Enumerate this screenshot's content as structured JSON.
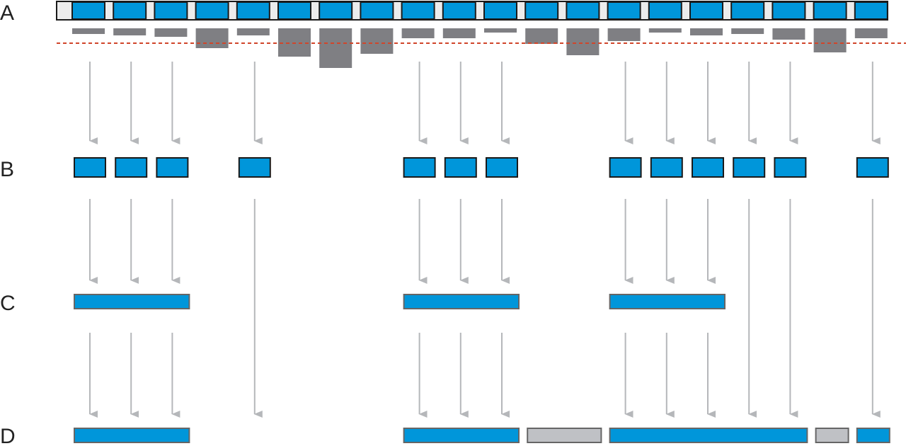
{
  "row_labels": [
    "A",
    "B",
    "C",
    "D"
  ],
  "colors": {
    "segment_fill": "#0096da",
    "segment_stroke": "#1a1a1a",
    "track_fill": "#ececec",
    "bar_fill": "#7f7f83",
    "threshold_line": "#d0452a",
    "arrow": "#b5b7ba",
    "merged_stroke": "#666666",
    "gap_fill": "#bfc1c5"
  },
  "segments": {
    "count": 20,
    "scores": [
      0.2,
      0.25,
      0.3,
      0.7,
      0.25,
      1.0,
      1.4,
      0.9,
      0.35,
      0.35,
      0.15,
      0.55,
      0.95,
      0.45,
      0.15,
      0.25,
      0.2,
      0.4,
      0.85,
      0.35
    ],
    "threshold": 0.5,
    "selected": [
      true,
      true,
      true,
      false,
      true,
      false,
      false,
      false,
      true,
      true,
      true,
      false,
      false,
      true,
      true,
      true,
      true,
      true,
      false,
      true
    ]
  },
  "merges": {
    "row_c": [
      [
        0,
        2
      ],
      [
        8,
        10
      ],
      [
        13,
        15
      ]
    ],
    "row_d": [
      {
        "from": 0,
        "to": 2,
        "kind": "kept"
      },
      {
        "from": 8,
        "to": 10,
        "kind": "kept"
      },
      {
        "from": 11,
        "to": 12,
        "kind": "gap"
      },
      {
        "from": 13,
        "to": 17,
        "kind": "kept"
      },
      {
        "from": 18,
        "to": 18,
        "kind": "gap"
      },
      {
        "from": 19,
        "to": 19,
        "kind": "kept"
      }
    ]
  }
}
